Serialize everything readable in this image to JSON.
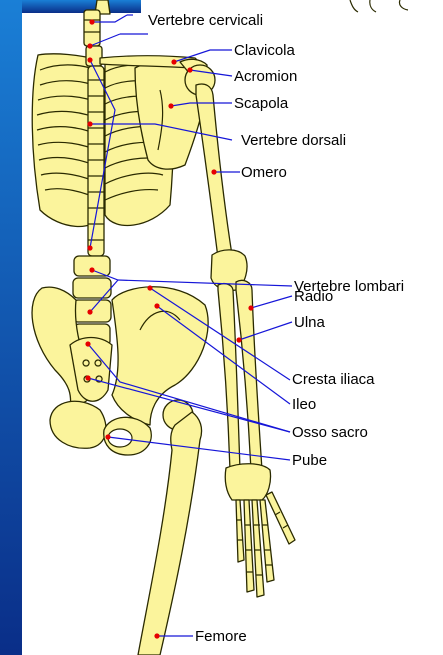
{
  "labels": {
    "vertebre_cervicali": "Vertebre cervicali",
    "clavicola": "Clavicola",
    "acromion": "Acromion",
    "scapola": "Scapola",
    "vertebre_dorsali": "Vertebre dorsali",
    "omero": "Omero",
    "vertebre_lombari": "Vertebre lombari",
    "radio": "Radio",
    "ulna": "Ulna",
    "cresta_iliaca": "Cresta iliaca",
    "ileo": "Ileo",
    "osso_sacro": "Osso sacro",
    "pube": "Pube",
    "femore": "Femore"
  },
  "colors": {
    "bone": "#fbf49c",
    "leader_line": "#1616d8",
    "marker": "#e60000",
    "slide_background_top": "#1a7fd6",
    "slide_background_bottom": "#0a2e88"
  }
}
